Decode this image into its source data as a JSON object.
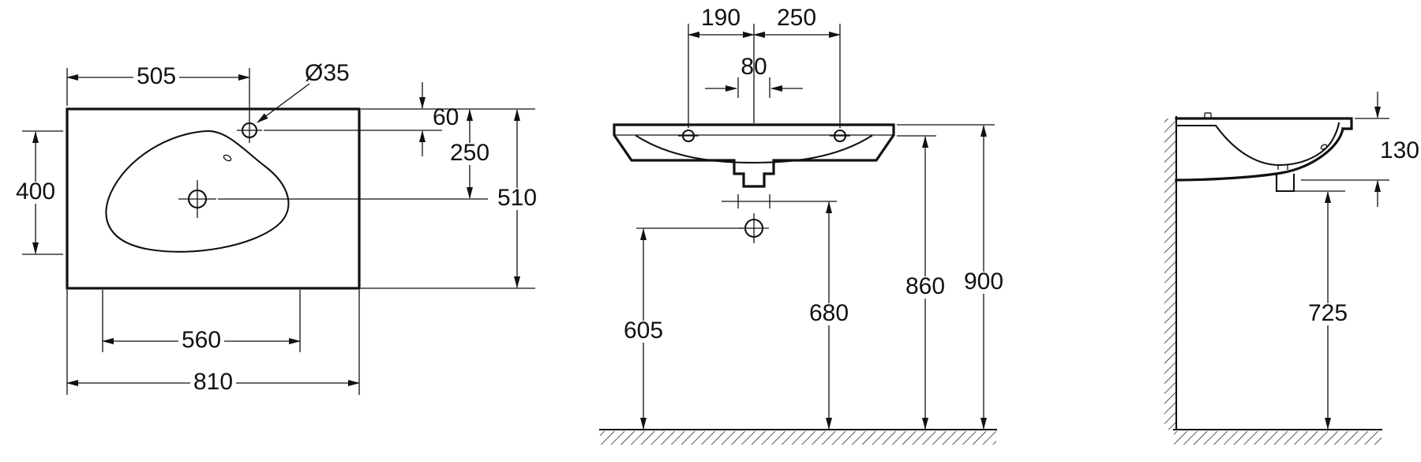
{
  "meta": {
    "drawing_type": "washbasin technical dimension drawing",
    "background": "#ffffff",
    "line_color": "#111111"
  },
  "plan": {
    "d505": "505",
    "d35": "Ø35",
    "d60": "60",
    "d250": "250",
    "d510": "510",
    "d400": "400",
    "d560": "560",
    "d810": "810"
  },
  "front": {
    "d190": "190",
    "d250": "250",
    "d80": "80",
    "d605": "605",
    "d680": "680",
    "d860": "860",
    "d900": "900"
  },
  "side": {
    "d130": "130",
    "d725": "725"
  }
}
